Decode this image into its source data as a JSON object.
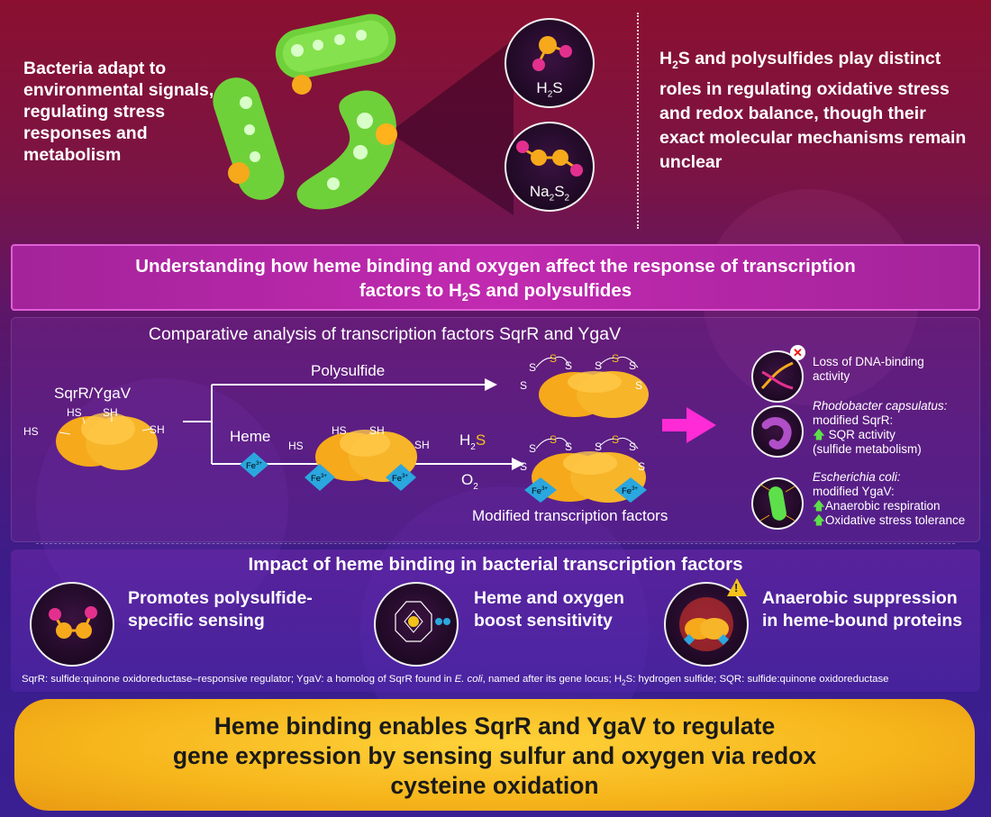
{
  "intro": {
    "left_text": "Bacteria adapt to environmental signals, regulating stress responses and metabolism",
    "right_text_prefix": "H",
    "right_text_sub": "2",
    "right_text_rest": "S and polysulfides play distinct roles in regulating oxidative stress and redox balance, though their exact molecular mechanisms remain unclear",
    "molecule1": {
      "main": "H",
      "sub": "2",
      "main2": "S",
      "sub2": ""
    },
    "molecule2": {
      "main": "Na",
      "sub": "2",
      "main2": "S",
      "sub2": "2"
    }
  },
  "banner": {
    "line1": "Understanding how heme binding and oxygen affect the response of transcription",
    "line2_prefix": "factors to H",
    "line2_sub": "2",
    "line2_rest": "S and polysulfides"
  },
  "comparative": {
    "title": "Comparative analysis of transcription factors SqrR and YgaV",
    "protein_label": "SqrR/YgaV",
    "sh_labels": [
      "HS",
      "HS",
      "SH",
      "SH"
    ],
    "s_label": "S",
    "polysulfide_label": "Polysulfide",
    "heme_label": "Heme",
    "fe_label": "Fe",
    "fe_sup": "3+",
    "h2s": {
      "main": "H",
      "sub": "2",
      "main2": "S"
    },
    "o2": {
      "main": "O",
      "sub": "2"
    },
    "modified_label": "Modified transcription factors",
    "outcomes": [
      {
        "text": "Loss of DNA-binding activity"
      },
      {
        "title": "Rhodobacter capsulatus:",
        "text1": "modified SqrR:",
        "text2": "SQR activity",
        "text3": "(sulfide metabolism)"
      },
      {
        "title": "Escherichia coli:",
        "text1": "modified YgaV:",
        "text2": "Anaerobic respiration",
        "text3": "Oxidative stress tolerance"
      }
    ]
  },
  "impact": {
    "title": "Impact of heme binding in bacterial transcription factors",
    "items": [
      {
        "text": "Promotes polysulfide-specific sensing"
      },
      {
        "text": "Heme and oxygen boost sensitivity"
      },
      {
        "text": "Anaerobic suppression in heme-bound proteins"
      }
    ]
  },
  "footnote": {
    "part1": "SqrR: sulfide:quinone oxidoreductase–responsive regulator; YgaV: a homolog of SqrR found in ",
    "italic": "E. coli",
    "part2": ", named after its gene locus; H",
    "sub": "2",
    "part3": "S: hydrogen sulfide; SQR: sulfide:quinone oxidoreductase"
  },
  "conclusion": {
    "line1": "Heme binding enables SqrR and YgaV to regulate",
    "line2": "gene expression by sensing sulfur and oxygen via redox",
    "line3": "cysteine oxidation"
  },
  "colors": {
    "protein": "#f6a91b",
    "heme_diamond": "#2aa7df",
    "sulfur": "#f2c21a",
    "magenta_arrow": "#ff2bd6",
    "conclusion_bg": "#f6b51b",
    "bacteria": "#6fd13a"
  }
}
